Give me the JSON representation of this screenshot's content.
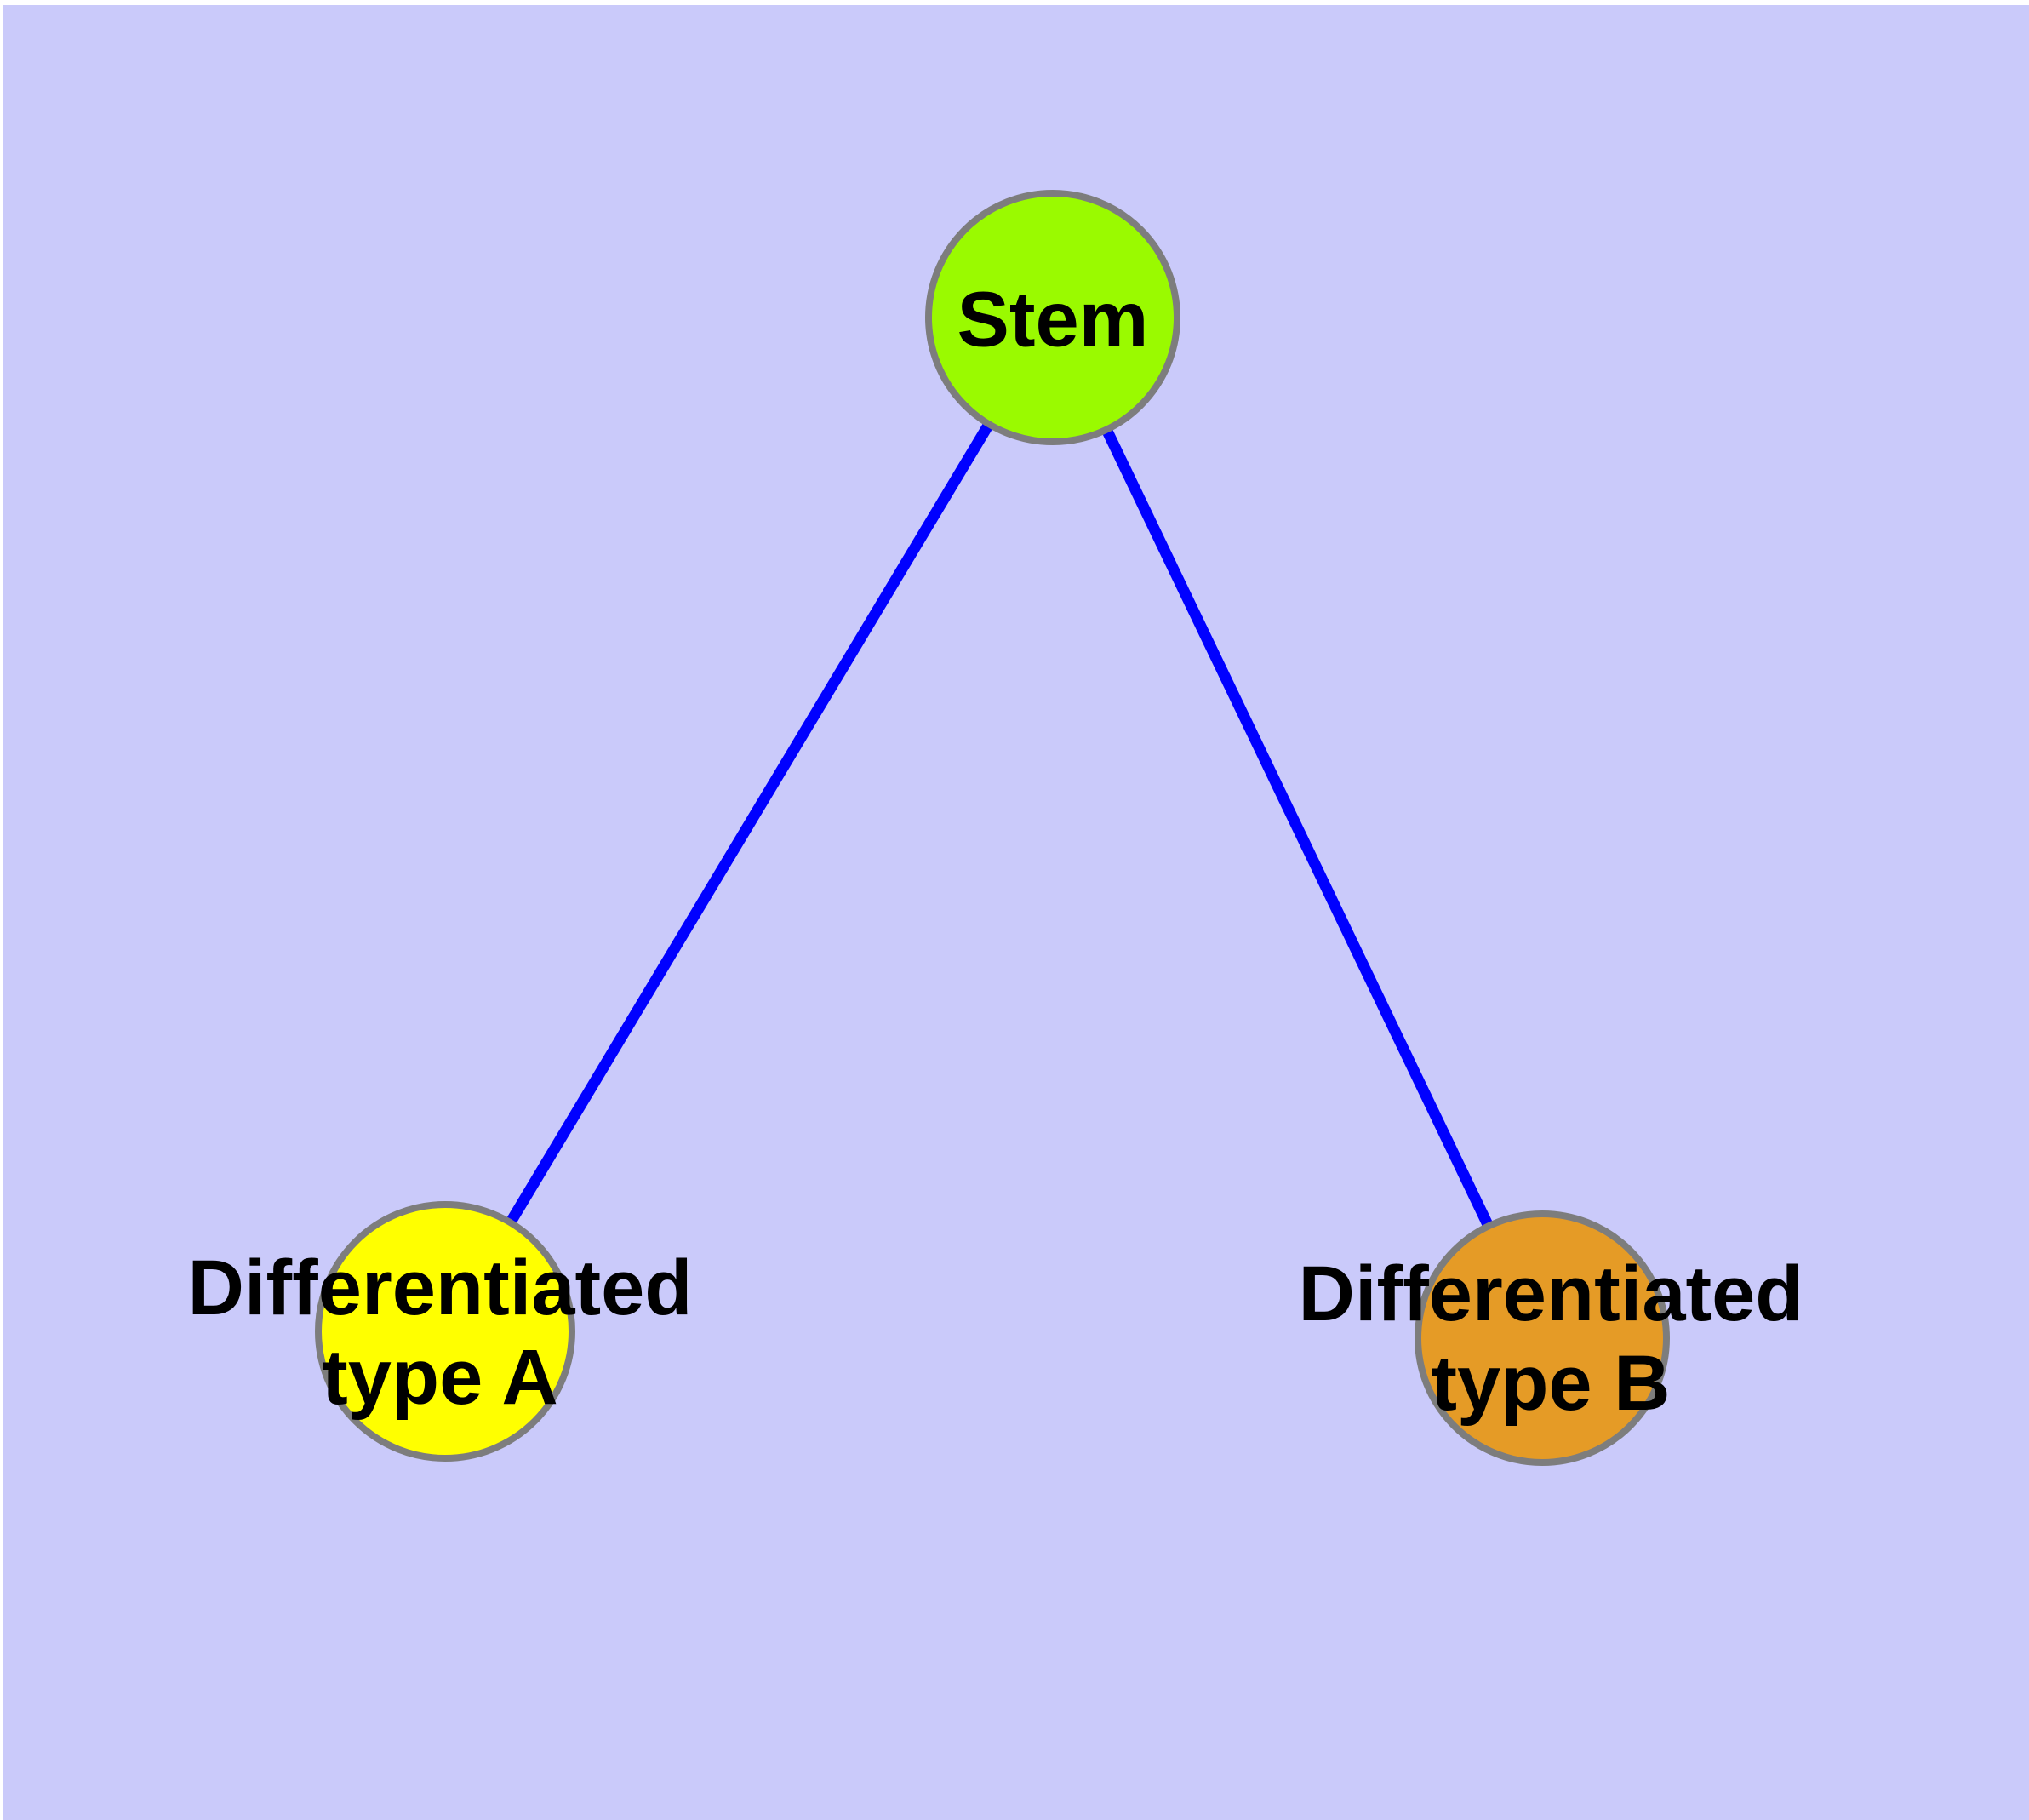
{
  "diagram": {
    "type": "graph",
    "background_color": "#cacafa",
    "margin_color": "#ffffff",
    "node_border_color": "#7d7d7d",
    "edge_color": "#0000ff",
    "text_color": "#000000",
    "nodes": {
      "stem": {
        "label": "Stem",
        "fill_color": "#9afa00"
      },
      "type_a": {
        "label_line1": "Differentiated",
        "label_line2": "type A",
        "fill_color": "#ffff00"
      },
      "type_b": {
        "label_line1": "Differentiated",
        "label_line2": "type B",
        "fill_color": "#e59b26"
      }
    },
    "edges": [
      {
        "from": "Stem",
        "to": "Differentiated type A"
      },
      {
        "from": "Stem",
        "to": "Differentiated type B"
      }
    ]
  }
}
